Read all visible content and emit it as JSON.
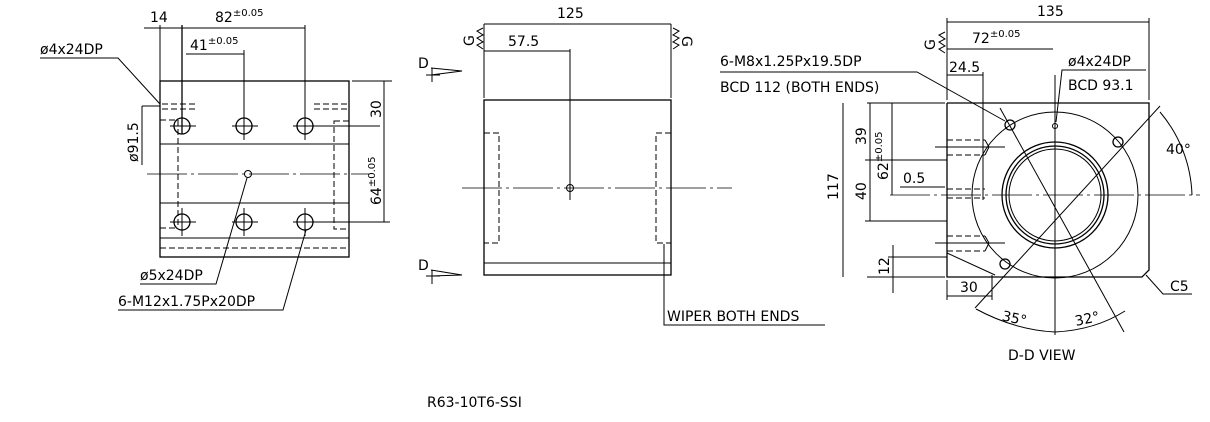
{
  "title": "R63-10T6-SSI",
  "left_view": {
    "dim_14": "14",
    "dim_82": "82",
    "dim_82_tol": "±0.05",
    "dim_41": "41",
    "dim_41_tol": "±0.05",
    "dim_30": "30",
    "dim_64": "64",
    "dim_64_tol": "±0.05",
    "dim_phi915": "ø91.5",
    "note_pin": "ø4x24DP",
    "note_center": "ø5x24DP",
    "note_taps": "6-M12x1.75Px20DP"
  },
  "mid_view": {
    "dim_125": "125",
    "dim_575": "57.5",
    "grind_mark": "G",
    "section_mark": "D",
    "note_wiper": "WIPER BOTH ENDS"
  },
  "right_view": {
    "dim_135": "135",
    "dim_72": "72",
    "dim_72_tol": "±0.05",
    "dim_245": "24.5",
    "note_taps_1": "6-M8x1.25Px19.5DP",
    "note_taps_2": "BCD 112 (BOTH ENDS)",
    "note_pin_1": "ø4x24DP",
    "note_pin_2": "BCD 93.1",
    "dim_117": "117",
    "dim_39": "39",
    "dim_62": "62",
    "dim_62_tol": "±0.05",
    "dim_40": "40",
    "dim_05": "0.5",
    "dim_12": "12",
    "dim_30": "30",
    "angle_40": "40°",
    "angle_35": "35°",
    "angle_32": "32°",
    "chamfer": "C5",
    "view_label": "D-D VIEW"
  }
}
